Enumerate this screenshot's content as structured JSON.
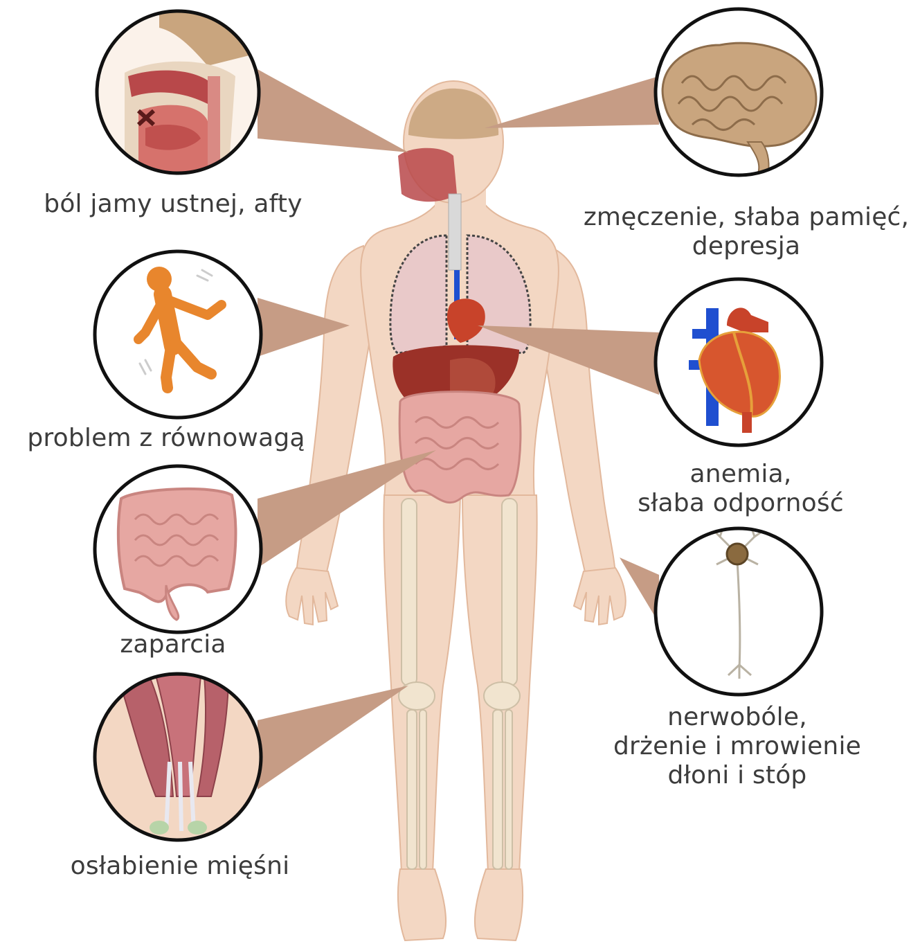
{
  "colors": {
    "skin": "#f3d7c3",
    "skin_shadow": "#e2b89c",
    "pointer": "#c69c85",
    "circle_stroke": "#111111",
    "label_text": "#3c3c3c",
    "bone": "#f1e4cf",
    "lung": "#e9c9c9",
    "liver": "#9b3128",
    "intestine": "#e6a7a2",
    "brain": "#c9a57e",
    "heart": "#c8432a",
    "vein": "#1f4fd0",
    "nerve_body": "#8a6a3f",
    "figure_orange": "#e8862d",
    "muscle": "#b7616a"
  },
  "callouts": [
    {
      "id": "mouth",
      "icon": "mouth-cross-section-icon",
      "lines": [
        "ból jamy ustnej, afty"
      ]
    },
    {
      "id": "brain",
      "icon": "brain-icon",
      "lines": [
        "zmęczenie, słaba pamięć,",
        "depresja"
      ]
    },
    {
      "id": "balance",
      "icon": "falling-person-icon",
      "lines": [
        "problem z równowagą"
      ]
    },
    {
      "id": "heart",
      "icon": "heart-icon",
      "lines": [
        "anemia,",
        "słaba odporność"
      ]
    },
    {
      "id": "intestine",
      "icon": "intestine-icon",
      "lines": [
        "zaparcia"
      ]
    },
    {
      "id": "nerve",
      "icon": "neuron-icon",
      "lines": [
        "nerwobóle,",
        "drżenie i mrowienie",
        "dłoni i stóp"
      ]
    },
    {
      "id": "muscle",
      "icon": "leg-muscle-icon",
      "lines": [
        "osłabienie mięśni"
      ]
    }
  ]
}
